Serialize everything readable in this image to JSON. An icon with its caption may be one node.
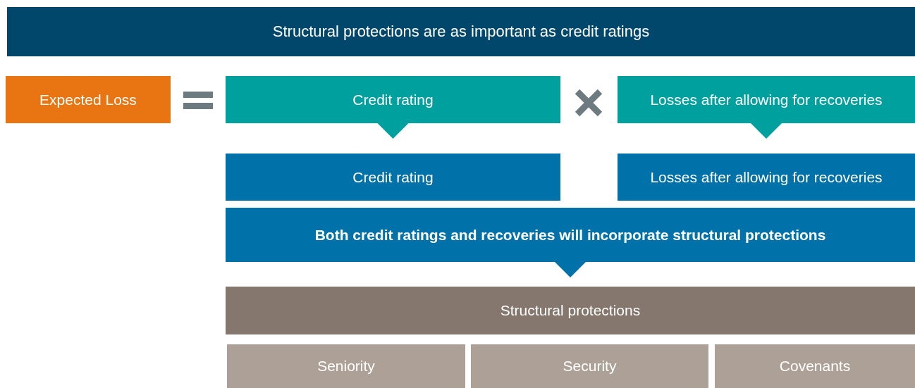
{
  "diagram": {
    "title": "Structural protections are as important as credit ratings",
    "nodes": [
      {
        "text": [
          "Expected Loss"
        ]
      },
      {
        "text": [
          "Credit rating"
        ]
      },
      {
        "text": [
          "Losses after allowing for recoveries"
        ]
      },
      {
        "text": [
          "Credit rating"
        ]
      },
      {
        "text": [
          "Losses after allowing for recoveries"
        ]
      },
      {
        "text": [
          "Both credit ratings and recoveries will incorporate structural protections"
        ]
      },
      {
        "text": [
          "Structural protections"
        ]
      },
      {
        "text": [
          "Seniority"
        ]
      },
      {
        "text": [
          "Security"
        ]
      },
      {
        "text": [
          "Covenants"
        ]
      }
    ],
    "edges": [
      {
        "from": 1,
        "to": 3,
        "arrow": "to"
      },
      {
        "from": 2,
        "to": 4,
        "arrow": "to"
      },
      {
        "from": 5,
        "to": 6,
        "arrow": "to"
      }
    ]
  }
}
